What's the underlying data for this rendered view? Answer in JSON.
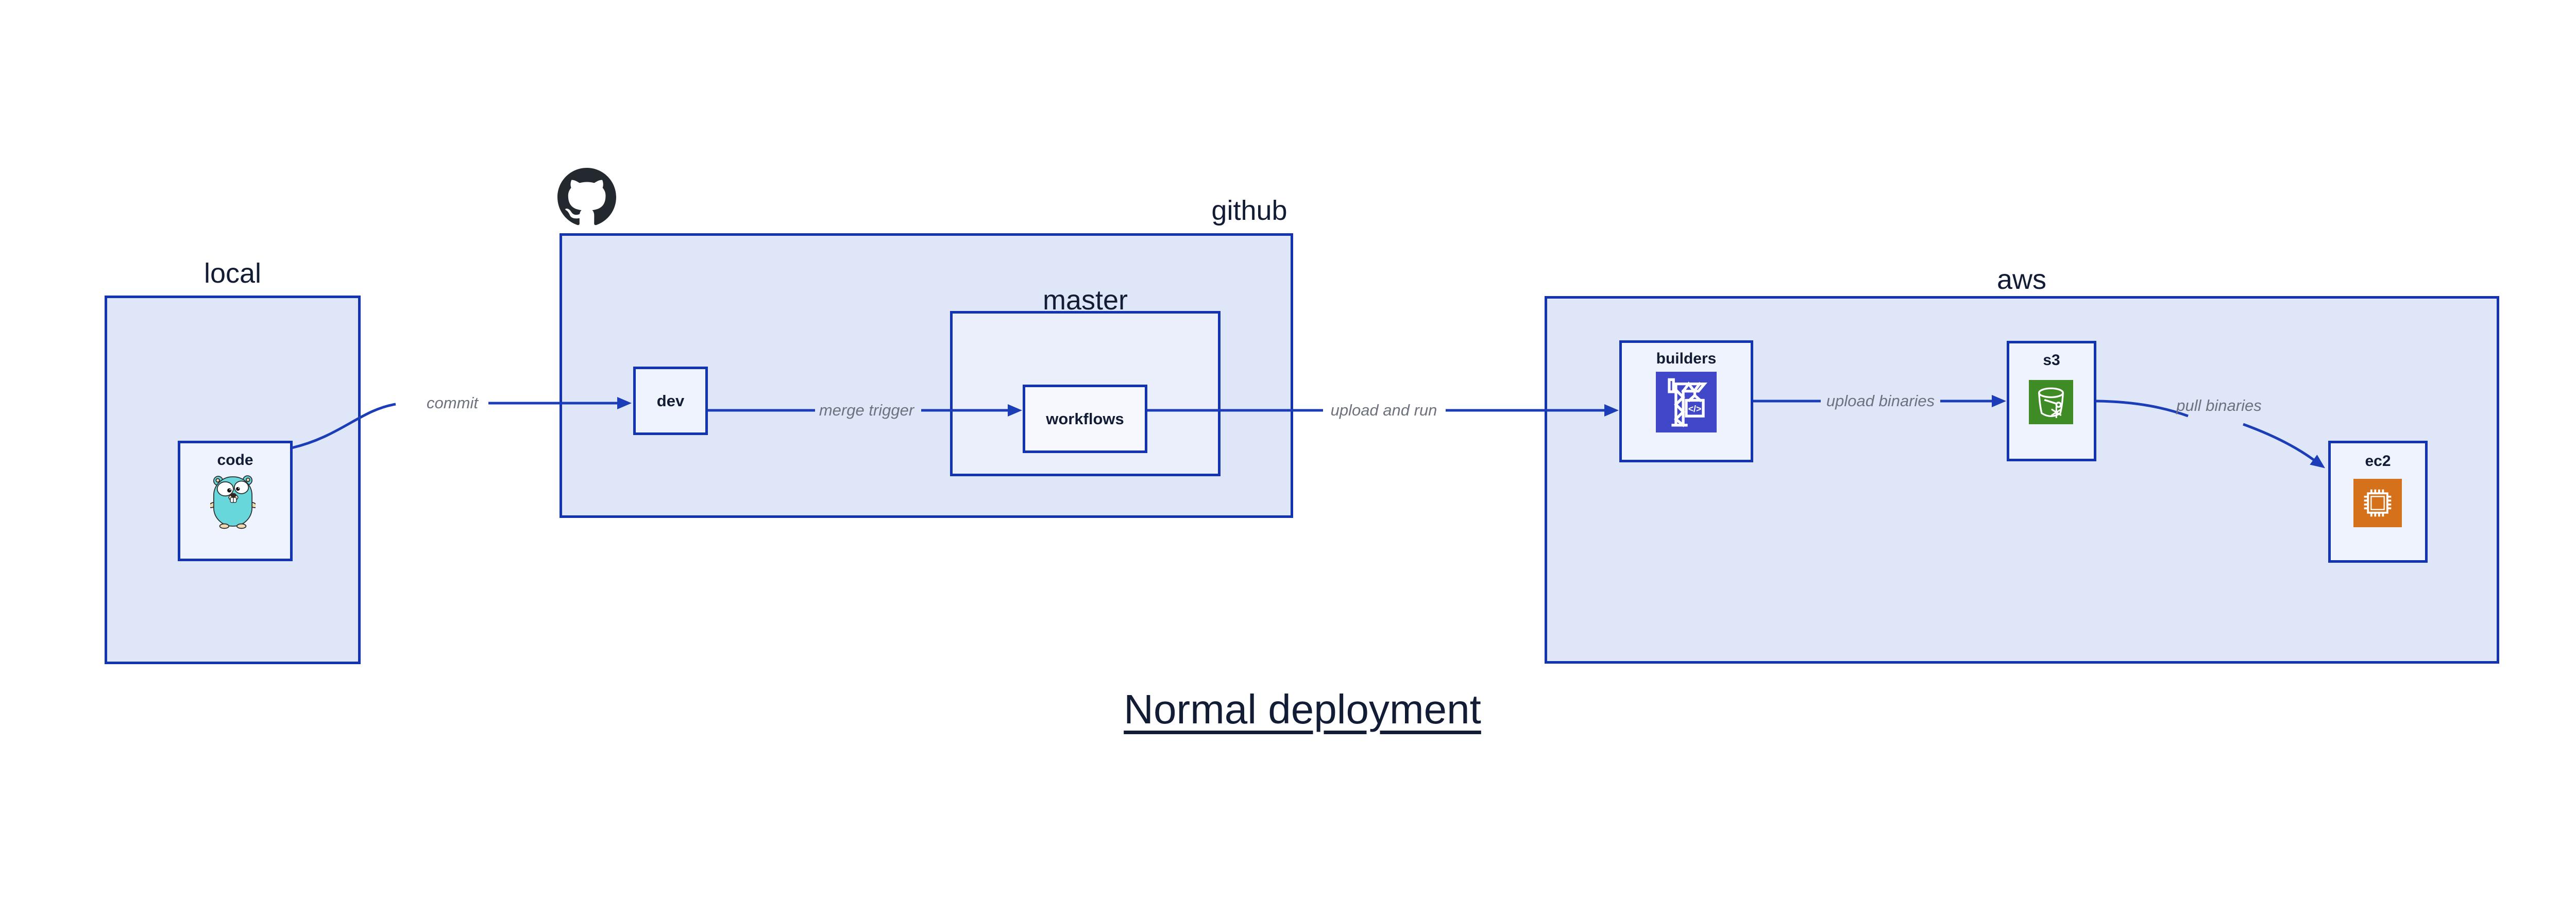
{
  "title": "Normal deployment",
  "groups": {
    "local": {
      "label": "local"
    },
    "github": {
      "label": "github"
    },
    "master": {
      "label": "master"
    },
    "aws": {
      "label": "aws"
    }
  },
  "nodes": {
    "code": {
      "label": "code"
    },
    "dev": {
      "label": "dev"
    },
    "workflows": {
      "label": "workflows"
    },
    "builders": {
      "label": "builders"
    },
    "s3": {
      "label": "s3"
    },
    "ec2": {
      "label": "ec2"
    }
  },
  "edges": {
    "commit": {
      "label": "commit"
    },
    "merge_trigger": {
      "label": "merge trigger"
    },
    "upload_and_run": {
      "label": "upload and run"
    },
    "upload_binaries": {
      "label": "upload binaries"
    },
    "pull_binaries": {
      "label": "pull binaries"
    }
  },
  "icons": {
    "github": "github-octocat-icon",
    "code": "go-gopher-icon",
    "builders": "aws-codebuild-crane-icon",
    "s3": "aws-s3-bucket-icon",
    "ec2": "aws-ec2-chip-icon",
    "builders_glyph": "</>"
  },
  "colors": {
    "border": "#1334b2",
    "arrow": "#1b3eb8",
    "group_fill": "#dfe6f8",
    "master_fill": "#eaeffb",
    "node_fill": "#eff3fd",
    "workflows_fill": "#f6f8fe",
    "text_dark": "#131c35",
    "edge_label": "#6d727e",
    "github_logo": "#24292f",
    "codebuild_indigo": "#4147c9",
    "s3_green": "#3f8b26",
    "ec2_orange": "#d4711a",
    "gopher_teal": "#68d7dc"
  }
}
